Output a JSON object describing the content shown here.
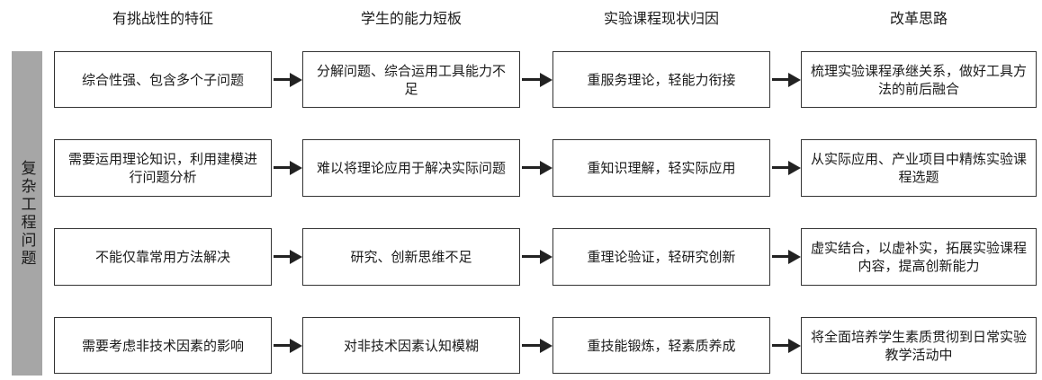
{
  "headers": [
    "有挑战性的特征",
    "学生的能力短板",
    "实验课程现状归因",
    "改革思路"
  ],
  "side_label": "复杂工程问题",
  "rows": [
    [
      "综合性强、包含多个子问题",
      "分解问题、综合运用工具能力不足",
      "重服务理论，轻能力衔接",
      "梳理实验课程承继关系，做好工具方法的前后融合"
    ],
    [
      "需要运用理论知识，利用建模进行问题分析",
      "难以将理论应用于解决实际问题",
      "重知识理解，轻实际应用",
      "从实际应用、产业项目中精炼实验课程选题"
    ],
    [
      "不能仅靠常用方法解决",
      "研究、创新思维不足",
      "重理论验证，轻研究创新",
      "虚实结合，以虚补实，拓展实验课程内容，提高创新能力"
    ],
    [
      "需要考虑非技术因素的影响",
      "对非技术因素认知模糊",
      "重技能锻炼，轻素质养成",
      "将全面培养学生素质贯彻到日常实验教学活动中"
    ]
  ]
}
